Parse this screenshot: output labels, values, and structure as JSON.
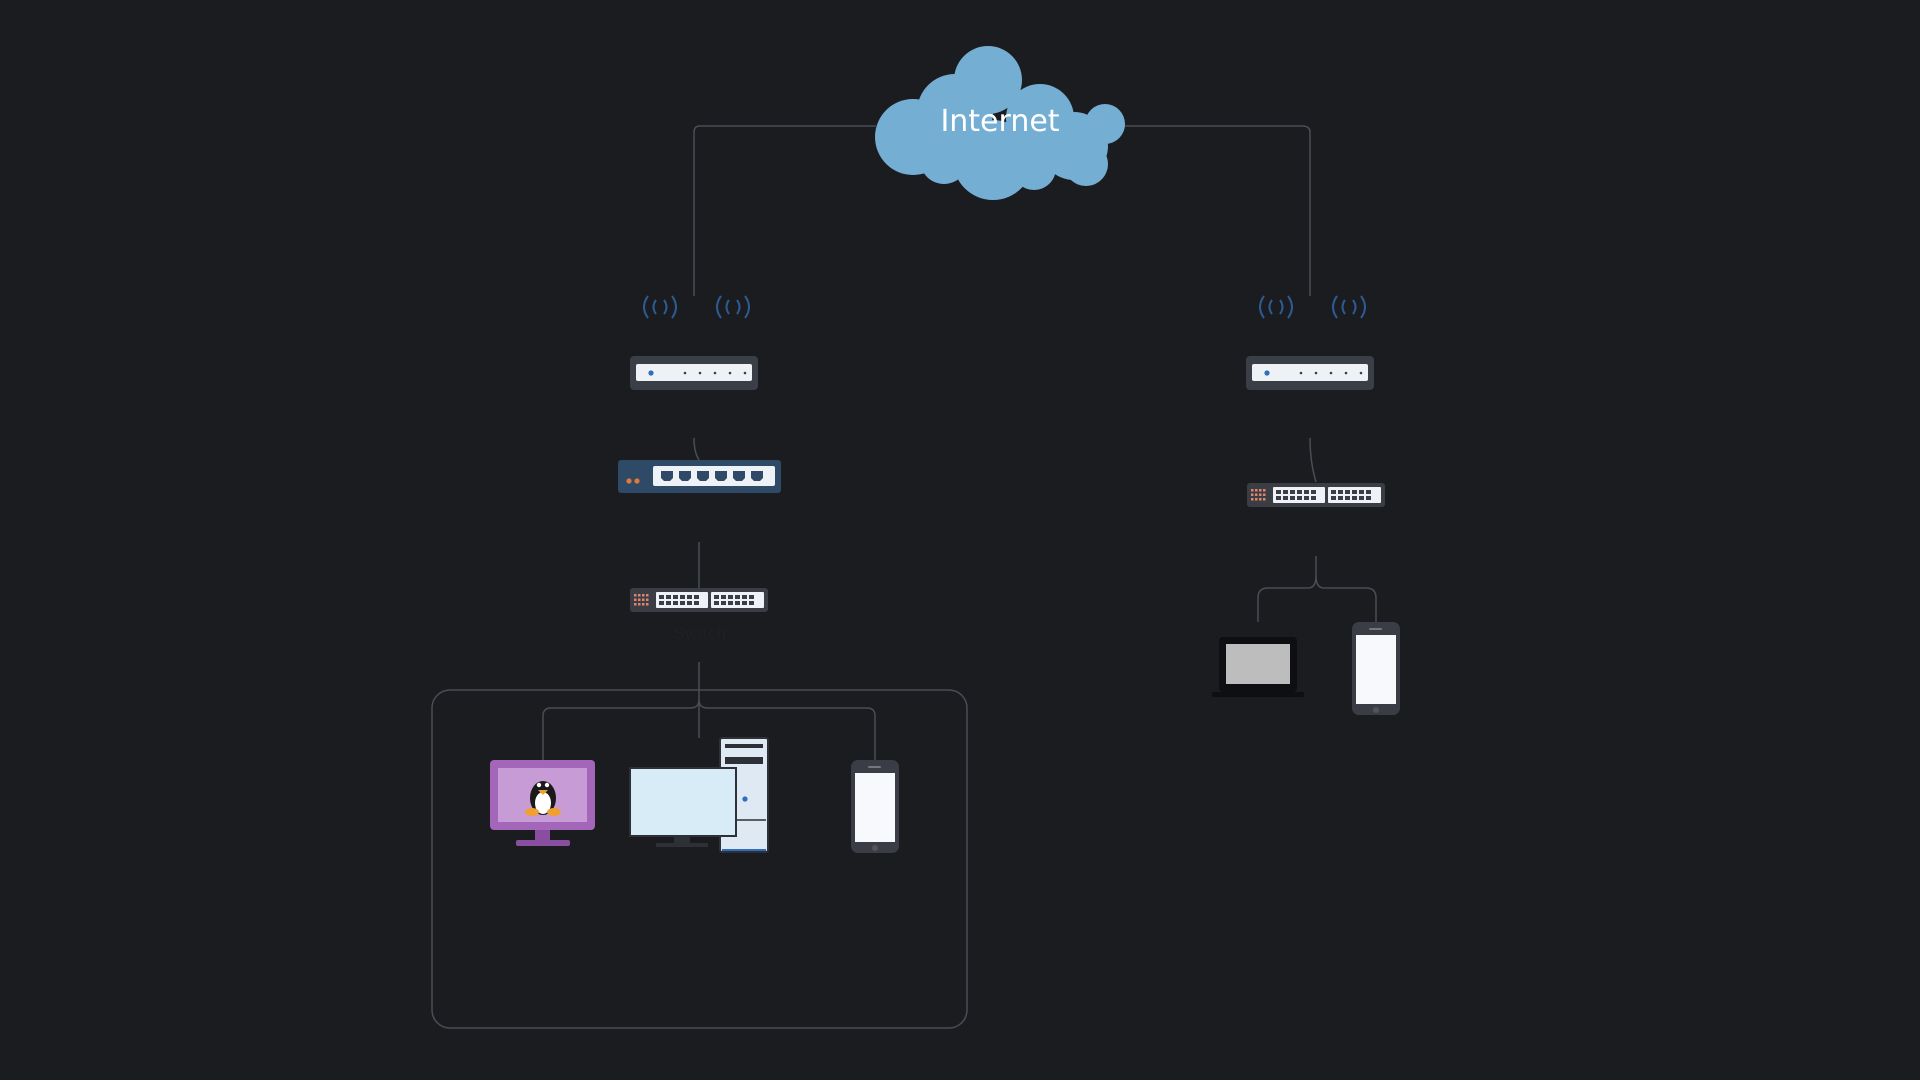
{
  "internet": {
    "label": "Internet"
  },
  "switch": {
    "label": "Switch"
  },
  "colors": {
    "background": "#1b1c20",
    "cloud": "#75aed3",
    "wire": "#4a4d55",
    "group_border": "#4a4d55",
    "wifi_waves": "#2e5b94",
    "linux_monitor": "#a366b8"
  },
  "nodes": [
    {
      "id": "internet",
      "icon": "cloud-icon"
    },
    {
      "id": "left-access-point",
      "icon": "wireless-access-point-icon"
    },
    {
      "id": "left-router",
      "icon": "router-icon"
    },
    {
      "id": "left-switch",
      "icon": "network-switch-icon"
    },
    {
      "id": "linux-workstation",
      "icon": "linux-workstation-icon"
    },
    {
      "id": "desktop-pc",
      "icon": "desktop-computer-icon"
    },
    {
      "id": "left-smartphone",
      "icon": "smartphone-icon"
    },
    {
      "id": "right-access-point",
      "icon": "wireless-access-point-icon"
    },
    {
      "id": "right-switch",
      "icon": "network-switch-icon"
    },
    {
      "id": "laptop",
      "icon": "laptop-icon"
    },
    {
      "id": "right-smartphone",
      "icon": "smartphone-icon"
    }
  ]
}
